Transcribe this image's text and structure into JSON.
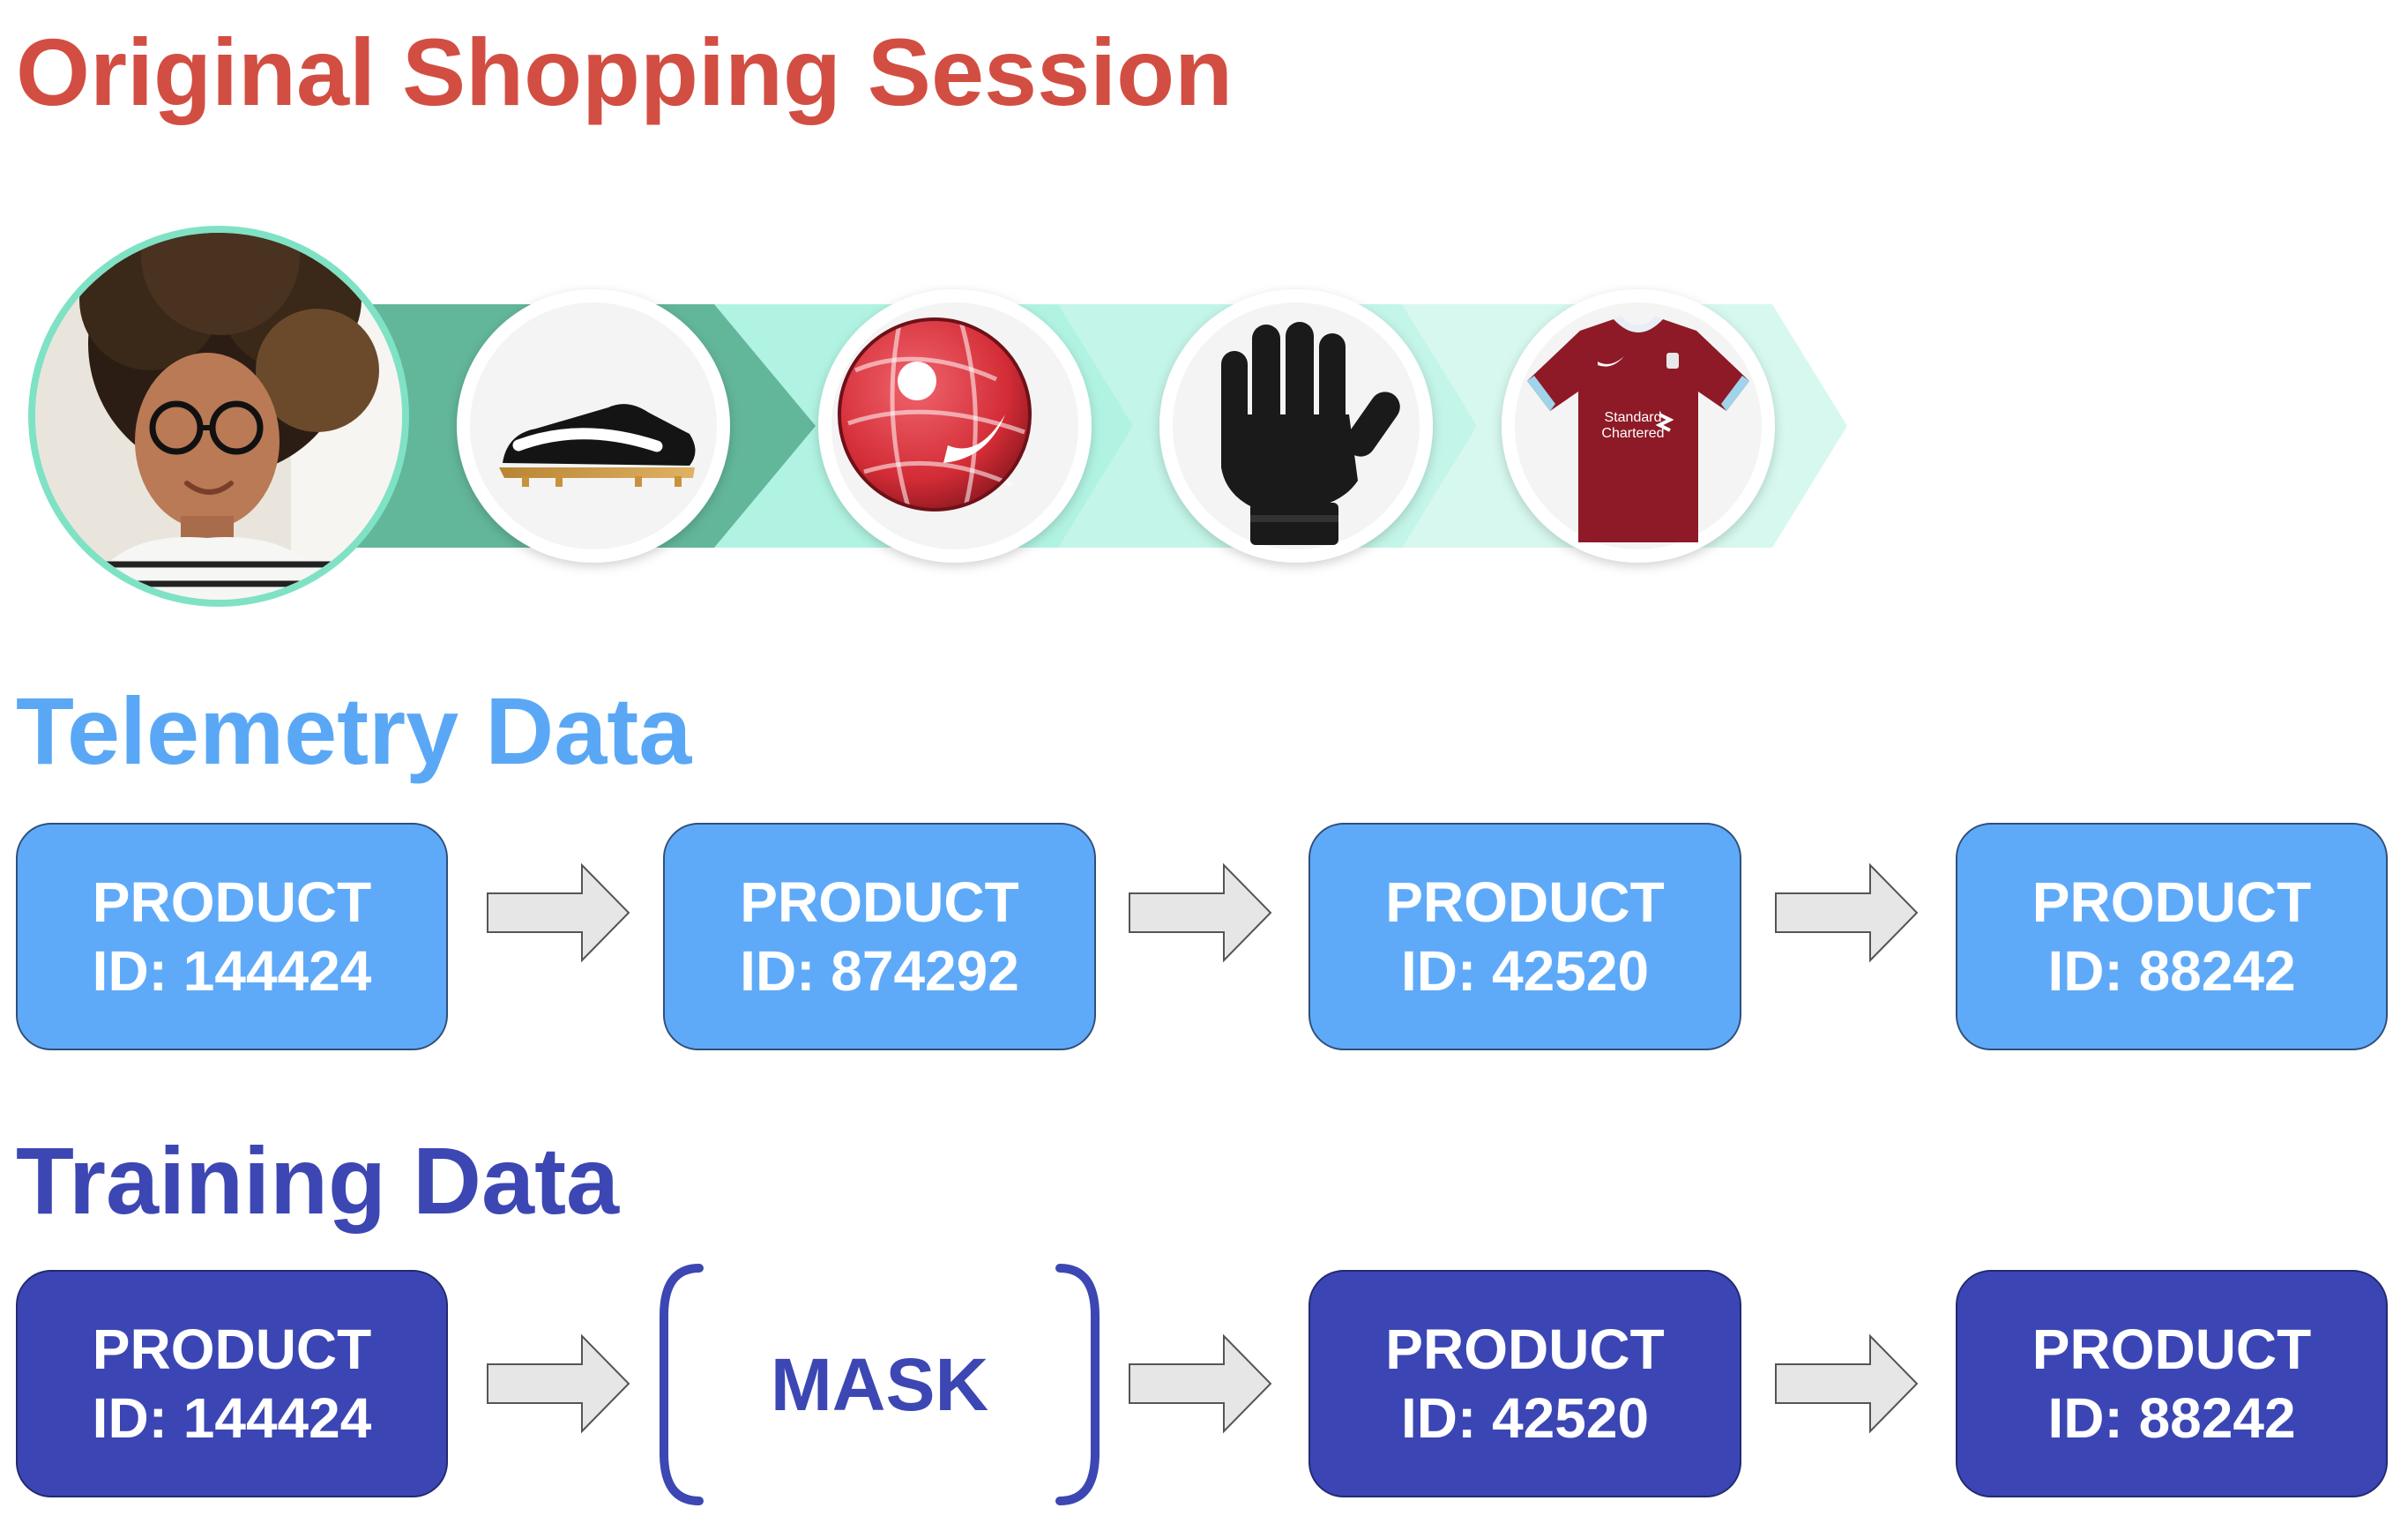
{
  "colors": {
    "session_title": "#d24e42",
    "telemetry_title": "#5aa8f5",
    "training_title": "#3c47b3",
    "telemetry_box": "#5faaf8",
    "training_box": "#3b46b4",
    "arrow_fill": "#e6e6e6",
    "chevron_dark": "#62b69a",
    "chevron_mid": "#a9f2e0",
    "chevron_light": "#c9f6ea"
  },
  "session": {
    "title": "Original Shopping Session",
    "user_avatar": "shopper-photo",
    "products": [
      {
        "icon": "football-boot-icon"
      },
      {
        "icon": "soccer-ball-icon"
      },
      {
        "icon": "goalkeeper-glove-icon"
      },
      {
        "icon": "football-jersey-icon",
        "jersey_text": [
          "Standard",
          "Chartered"
        ]
      }
    ]
  },
  "telemetry": {
    "title": "Telemetry Data",
    "items": [
      {
        "line1": "PRODUCT",
        "line2": "ID: 144424"
      },
      {
        "line1": "PRODUCT",
        "line2": "ID: 874292"
      },
      {
        "line1": "PRODUCT",
        "line2": "ID: 42520"
      },
      {
        "line1": "PRODUCT",
        "line2": "ID: 88242"
      }
    ]
  },
  "training": {
    "title": "Training Data",
    "items": [
      {
        "line1": "PRODUCT",
        "line2": "ID: 144424"
      },
      {
        "mask": "MASK"
      },
      {
        "line1": "PRODUCT",
        "line2": "ID: 42520"
      },
      {
        "line1": "PRODUCT",
        "line2": "ID: 88242"
      }
    ]
  }
}
